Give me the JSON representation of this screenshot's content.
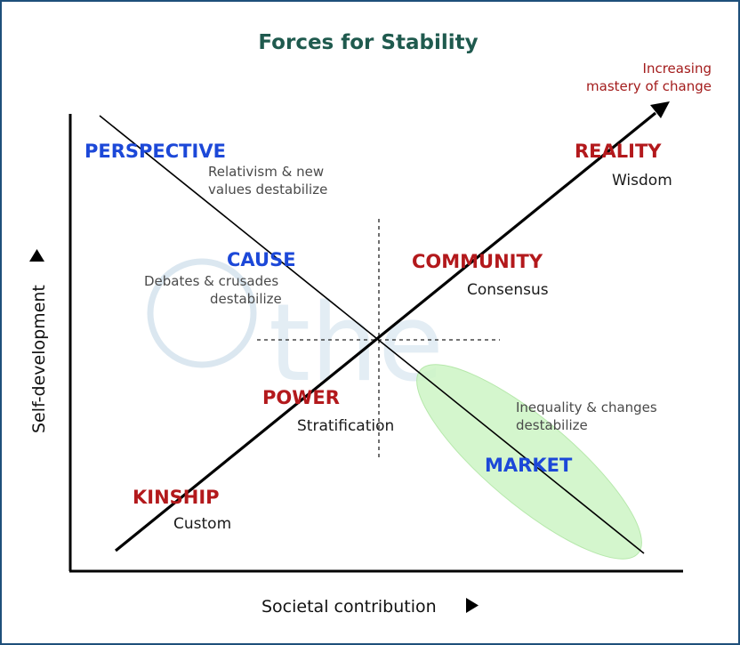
{
  "title": "Forces for Stability",
  "corner_label": [
    "Increasing",
    "mastery of change"
  ],
  "axes": {
    "x_label": "Societal contribution",
    "y_label": "Self-development"
  },
  "nodes": {
    "perspective": {
      "name": "PERSPECTIVE",
      "note": [
        "Relativism & new",
        "values destabilize"
      ]
    },
    "reality": {
      "name": "REALITY",
      "sub": "Wisdom"
    },
    "cause": {
      "name": "CAUSE",
      "note": [
        "Debates & crusades",
        "destabilize"
      ]
    },
    "community": {
      "name": "COMMUNITY",
      "sub": "Consensus"
    },
    "power": {
      "name": "POWER",
      "sub": "Stratification"
    },
    "market": {
      "name": "MARKET",
      "note": [
        "Inequality & changes",
        "destabilize"
      ]
    },
    "kinship": {
      "name": "KINSHIP",
      "sub": "Custom"
    }
  },
  "watermark": "the"
}
